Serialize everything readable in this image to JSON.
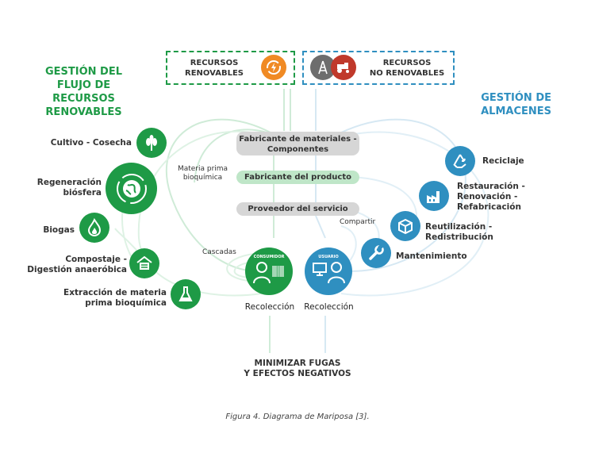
{
  "left_title": "GESTIÓN DEL\nFLUJO DE\nRECURSOS\nRENOVABLES",
  "right_title": "GESTIÓN DE\nALMACENES",
  "top": {
    "renewable": "RECURSOS\nRENOVABLES",
    "non_renewable": "RECURSOS\nNO RENOVABLES"
  },
  "chain": {
    "materials": "Fabricante de materiales -\nComponentes",
    "product": "Fabricante del producto",
    "service": "Proveedor del servicio"
  },
  "left_items": [
    {
      "label": "Cultivo - Cosecha",
      "icon": "plant-icon"
    },
    {
      "label": "Regeneración\nbiósfera",
      "icon": "globe-cycle-icon"
    },
    {
      "label": "Biogas",
      "icon": "flame-icon"
    },
    {
      "label": "Compostaje -\nDigestión anaeróbica",
      "icon": "compost-icon"
    },
    {
      "label": "Extracción de materia\nprima bioquímica",
      "icon": "flask-icon"
    }
  ],
  "right_items": [
    {
      "label": "Reciclaje",
      "icon": "recycle-icon"
    },
    {
      "label": "Restauración -\nRenovación -\nRefabricación",
      "icon": "factory-icon"
    },
    {
      "label": "Reutilización - Redistribución",
      "icon": "box-icon"
    },
    {
      "label": "Mantenimiento",
      "icon": "wrench-icon"
    }
  ],
  "annotations": {
    "materia_prima": "Materia prima\nbioquímica",
    "cascadas": "Cascadas",
    "compartir": "Compartir"
  },
  "consumer": {
    "badge": "CONSUMIDOR",
    "collect": "Recolección"
  },
  "user": {
    "badge": "USUARIO",
    "collect": "Recolección"
  },
  "bottom": "MINIMIZAR FUGAS\nY EFECTOS NEGATIVOS",
  "caption": "Figura 4. Diagrama de Mariposa [3].",
  "colors": {
    "green": "#1e9a46",
    "blue": "#2f8fc0",
    "orange": "#f08a24",
    "red": "#c0392b",
    "gray": "#6d6d6d"
  }
}
